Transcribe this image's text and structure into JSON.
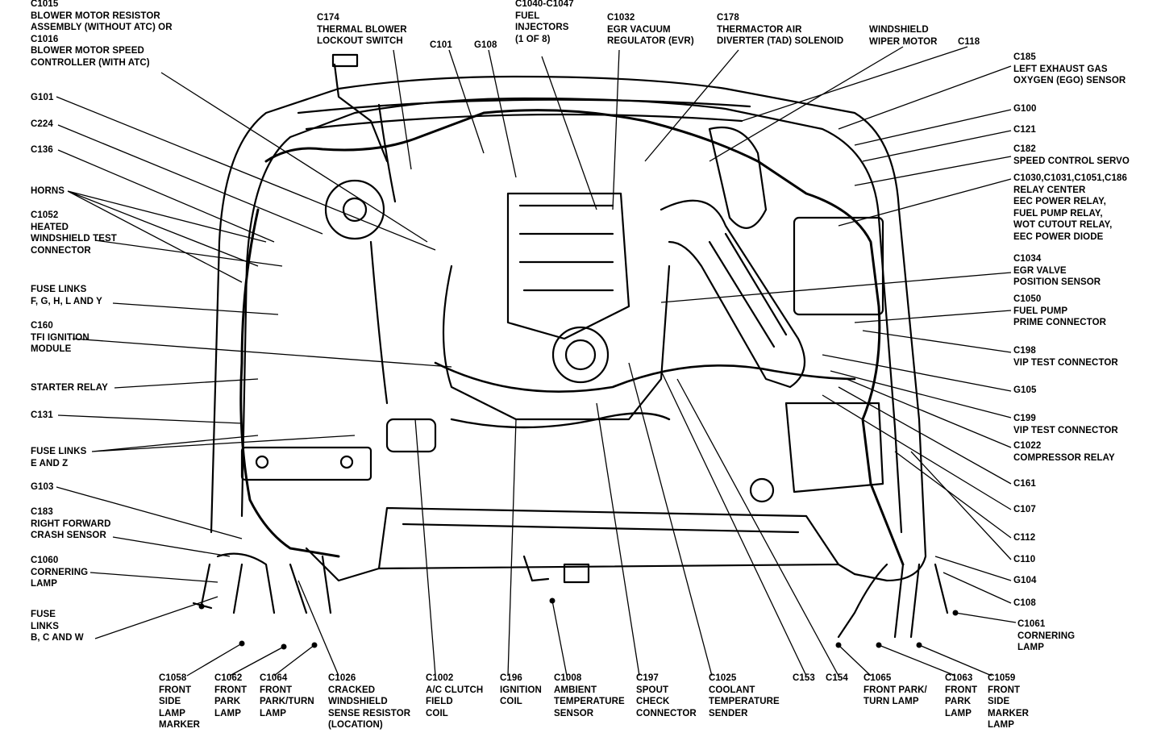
{
  "diagram": {
    "labels_left": [
      {
        "id": "c1015",
        "text": "C1015\nBLOWER MOTOR RESISTOR\nASSEMBLY (WITHOUT ATC) OR\nC1016\nBLOWER MOTOR SPEED\nCONTROLLER (WITH ATC)"
      },
      {
        "id": "g101",
        "text": "G101"
      },
      {
        "id": "c224",
        "text": "C224"
      },
      {
        "id": "c136",
        "text": "C136"
      },
      {
        "id": "horns",
        "text": "HORNS"
      },
      {
        "id": "c1052",
        "text": "C1052\nHEATED\nWINDSHIELD TEST\nCONNECTOR"
      },
      {
        "id": "fuselinks-fghly",
        "text": "FUSE LINKS\nF, G, H, L AND Y"
      },
      {
        "id": "c160",
        "text": "C160\nTFI IGNITION\nMODULE"
      },
      {
        "id": "starter-relay",
        "text": "STARTER RELAY"
      },
      {
        "id": "c131",
        "text": "C131"
      },
      {
        "id": "fuselinks-ez",
        "text": "FUSE LINKS\nE AND Z"
      },
      {
        "id": "g103",
        "text": "G103"
      },
      {
        "id": "c183",
        "text": "C183\nRIGHT FORWARD\nCRASH SENSOR"
      },
      {
        "id": "c1060",
        "text": "C1060\nCORNERING\nLAMP"
      },
      {
        "id": "fuselinks-bcw",
        "text": "FUSE\nLINKS\nB, C AND W"
      }
    ],
    "labels_top": [
      {
        "id": "c174",
        "text": "C174\nTHERMAL BLOWER\nLOCKOUT SWITCH"
      },
      {
        "id": "c101",
        "text": "C101"
      },
      {
        "id": "g108",
        "text": "G108"
      },
      {
        "id": "c1040",
        "text": "C1040-C1047\nFUEL\nINJECTORS\n(1 OF 8)"
      },
      {
        "id": "c1032",
        "text": "C1032\nEGR VACUUM\nREGULATOR (EVR)"
      },
      {
        "id": "c178",
        "text": "C178\nTHERMACTOR AIR\nDIVERTER (TAD) SOLENOID"
      },
      {
        "id": "wiper",
        "text": "WINDSHIELD\nWIPER MOTOR"
      },
      {
        "id": "c118",
        "text": "C118"
      }
    ],
    "labels_right": [
      {
        "id": "c185",
        "text": "C185\nLEFT EXHAUST GAS\nOXYGEN (EGO) SENSOR"
      },
      {
        "id": "g100",
        "text": "G100"
      },
      {
        "id": "c121",
        "text": "C121"
      },
      {
        "id": "c182",
        "text": "C182\nSPEED CONTROL SERVO"
      },
      {
        "id": "relay-center",
        "text": "C1030,C1031,C1051,C186\nRELAY CENTER\nEEC POWER RELAY,\nFUEL PUMP RELAY,\nWOT CUTOUT RELAY,\nEEC POWER DIODE"
      },
      {
        "id": "c1034",
        "text": "C1034\nEGR VALVE\nPOSITION SENSOR"
      },
      {
        "id": "c1050",
        "text": "C1050\nFUEL PUMP\nPRIME CONNECTOR"
      },
      {
        "id": "c198",
        "text": "C198\nVIP TEST CONNECTOR"
      },
      {
        "id": "g105",
        "text": "G105"
      },
      {
        "id": "c199",
        "text": "C199\nVIP TEST CONNECTOR"
      },
      {
        "id": "c1022",
        "text": "C1022\nCOMPRESSOR RELAY"
      },
      {
        "id": "c161",
        "text": "C161"
      },
      {
        "id": "c107",
        "text": "C107"
      },
      {
        "id": "c112",
        "text": "C112"
      },
      {
        "id": "c110",
        "text": "C110"
      },
      {
        "id": "g104",
        "text": "G104"
      },
      {
        "id": "c108",
        "text": "C108"
      },
      {
        "id": "c1061",
        "text": "C1061\nCORNERING\nLAMP"
      }
    ],
    "labels_bottom": [
      {
        "id": "c1058",
        "text": "C1058\nFRONT\nSIDE\nLAMP\nMARKER"
      },
      {
        "id": "c1062",
        "text": "C1062\nFRONT\nPARK\nLAMP"
      },
      {
        "id": "c1064",
        "text": "C1064\nFRONT\nPARK/TURN\nLAMP"
      },
      {
        "id": "c1026",
        "text": "C1026\nCRACKED\nWINDSHIELD\nSENSE RESISTOR\n(LOCATION)"
      },
      {
        "id": "c1002",
        "text": "C1002\nA/C CLUTCH\nFIELD\nCOIL"
      },
      {
        "id": "c196",
        "text": "C196\nIGNITION\nCOIL"
      },
      {
        "id": "c1008",
        "text": "C1008\nAMBIENT\nTEMPERATURE\nSENSOR"
      },
      {
        "id": "c197",
        "text": "C197\nSPOUT\nCHECK\nCONNECTOR"
      },
      {
        "id": "c1025",
        "text": "C1025\nCOOLANT\nTEMPERATURE\nSENDER"
      },
      {
        "id": "c153",
        "text": "C153"
      },
      {
        "id": "c154",
        "text": "C154"
      },
      {
        "id": "c1065",
        "text": "C1065\nFRONT PARK/\nTURN LAMP"
      },
      {
        "id": "c1063",
        "text": "C1063\nFRONT\nPARK\nLAMP"
      },
      {
        "id": "c1059",
        "text": "C1059\nFRONT\nSIDE\nMARKER\nLAMP"
      }
    ]
  }
}
